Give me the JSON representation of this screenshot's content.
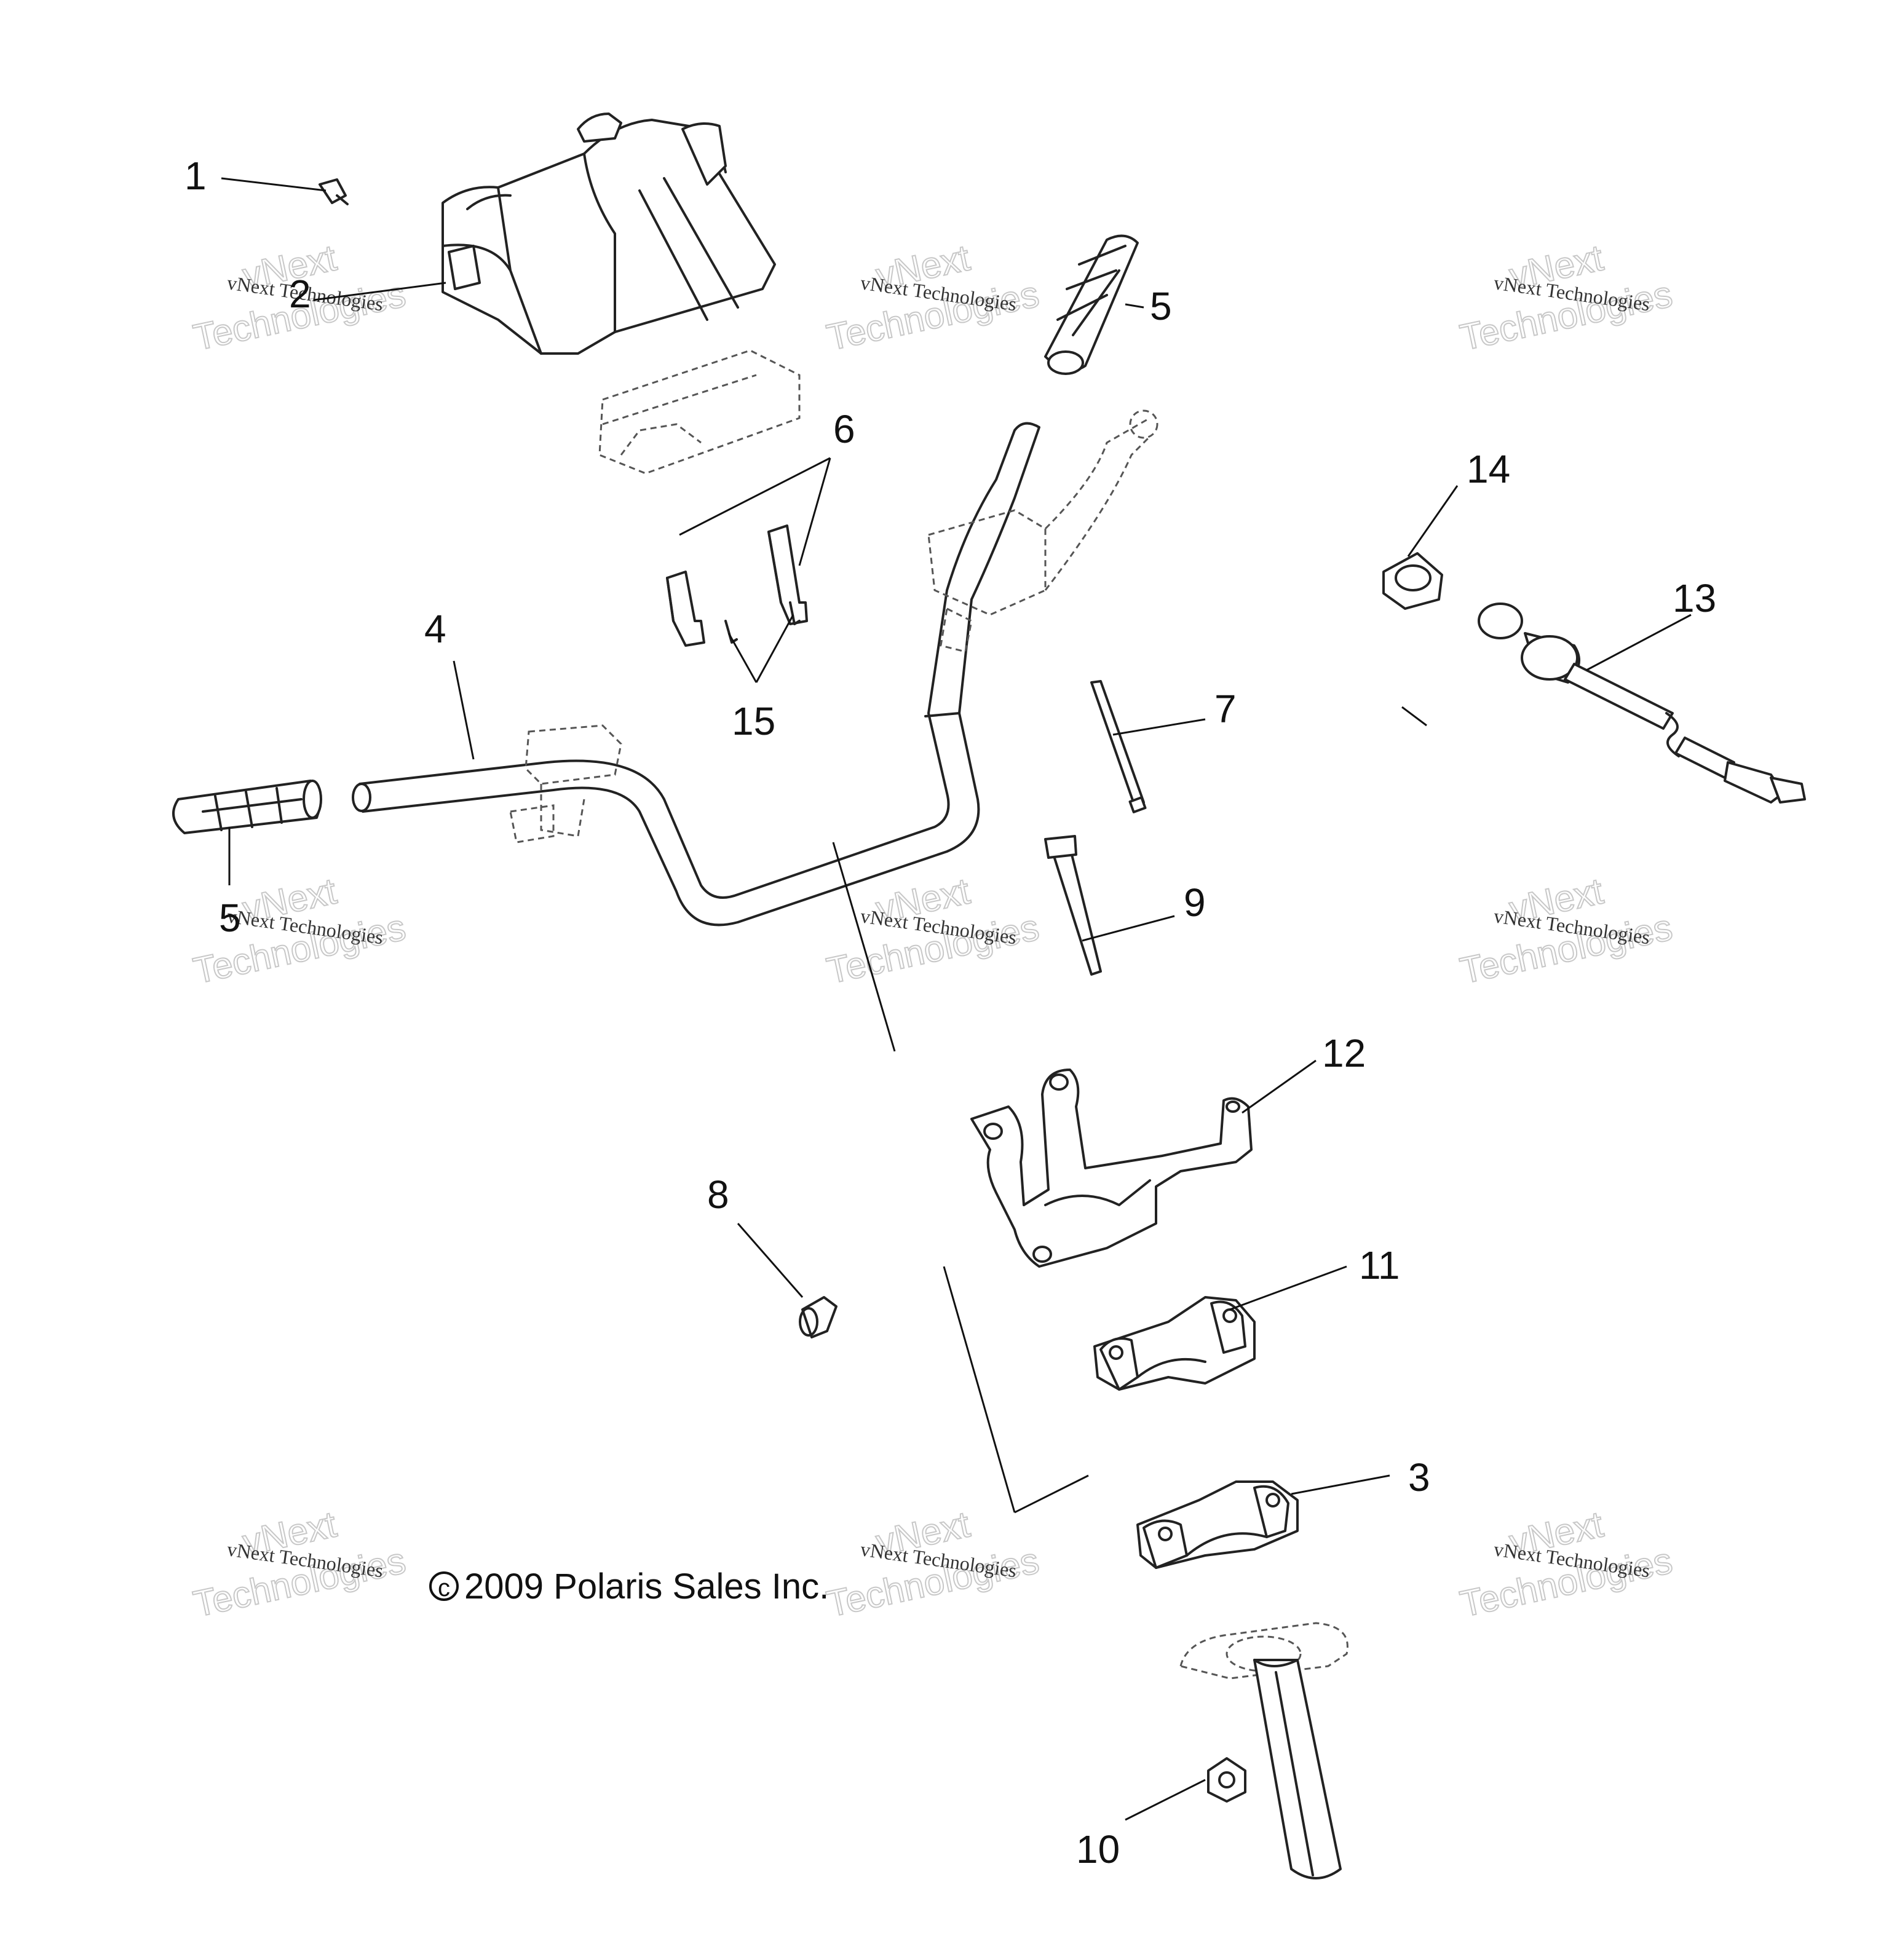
{
  "callouts": [
    "1",
    "2",
    "3",
    "4",
    "5",
    "5",
    "6",
    "7",
    "8",
    "9",
    "10",
    "11",
    "12",
    "13",
    "14",
    "15"
  ],
  "copyright": {
    "symbol": "c",
    "text": "2009  Polaris Sales Inc."
  },
  "watermark": {
    "line1": "vNext Technologies",
    "line2": "vNext",
    "line3": "Technologies"
  }
}
